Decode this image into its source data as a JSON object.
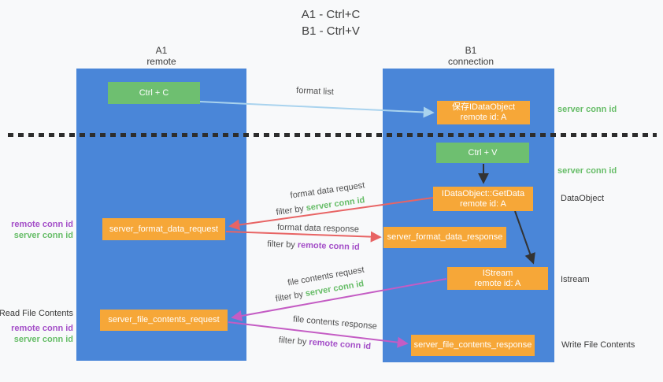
{
  "title": {
    "line1": "A1 - Ctrl+C",
    "line2": "B1 - Ctrl+V"
  },
  "lifelines": {
    "a1": {
      "name": "A1",
      "role": "remote"
    },
    "b1": {
      "name": "B1",
      "role": "connection"
    }
  },
  "nodes": {
    "ctrl_c": {
      "label": "Ctrl + C"
    },
    "save_idataobject": {
      "line1": "保存IDataObject",
      "line2": "remote id: A"
    },
    "ctrl_v": {
      "label": "Ctrl + V"
    },
    "getdata": {
      "line1": "IDataObject::GetData",
      "line2": "remote id: A"
    },
    "format_request": {
      "label": "server_format_data_request"
    },
    "format_response": {
      "label": "server_format_data_response"
    },
    "istream": {
      "line1": "IStream",
      "line2": "remote id: A"
    },
    "file_request": {
      "label": "server_file_contents_request"
    },
    "file_response": {
      "label": "server_file_contents_response"
    }
  },
  "arrow_labels": {
    "format_list": "format list",
    "format_data_request": "format data request",
    "format_data_response": "format data response",
    "file_contents_request": "file contents request",
    "file_contents_response": "file contents response",
    "filter_by": "filter by ",
    "server_conn_id": "server conn id",
    "remote_conn_id": "remote conn id"
  },
  "side_labels": {
    "right_server_conn_id_top": "server conn id",
    "right_server_conn_id_mid": "server conn id",
    "data_object": "DataObject",
    "istream": "Istream",
    "write_file_contents": "Write File Contents",
    "left_remote_conn_id_top": "remote conn id",
    "left_server_conn_id_top": "server conn id",
    "read_file_contents": "Read File Contents",
    "left_remote_conn_id_bottom": "remote conn id",
    "left_server_conn_id_bottom": "server conn id"
  },
  "colors": {
    "lifeline_blue": "#4a86d8",
    "action_green": "#6ebf70",
    "message_orange": "#f6a738",
    "request_red": "#e86464",
    "contents_magenta": "#c45cc4",
    "format_list_blue": "#a9d3ee",
    "server_green_text": "#67bd68",
    "remote_purple_text": "#a44fc8"
  }
}
